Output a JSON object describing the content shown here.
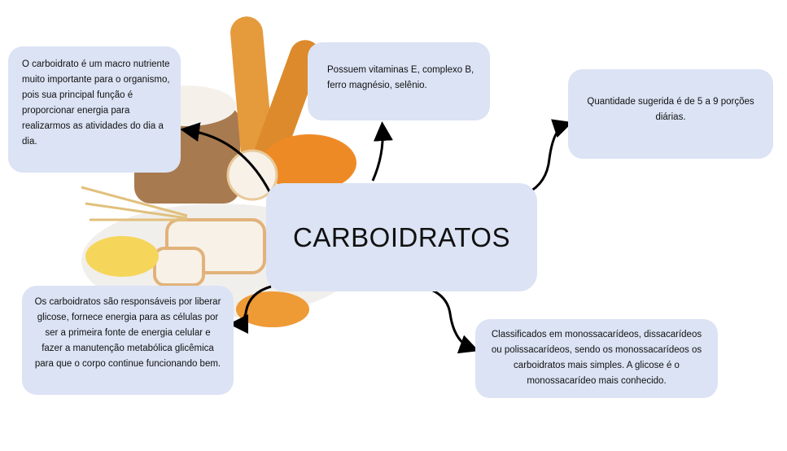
{
  "center": {
    "title": "CARBOIDRATOS"
  },
  "nodes": {
    "definition": "O carboidrato é um macro nutriente muito importante para o organismo, pois sua principal função é proporcionar energia para realizarmos as atividades do dia a dia.",
    "vitamins": "Possuem vitaminas E, complexo B, ferro magnésio, selênio.",
    "quantity": "Quantidade sugerida é de 5 a 9 porções diárias.",
    "function": "Os carboidratos são responsáveis por liberar glicose, fornece energia para as células por ser a primeira fonte de energia celular e fazer a manutenção metabólica glicêmica para que o corpo continue funcionando bem.",
    "classification": "Classificados em monossacarídeos, dissacarídeos ou polissacarídeos, sendo os monossacarídeos os carboidratos mais simples. A glicose é o monossacarídeo mais conhecido."
  },
  "colors": {
    "box": "#dbe3f4",
    "bread": "#e59a3c",
    "arrow": "#000000"
  }
}
